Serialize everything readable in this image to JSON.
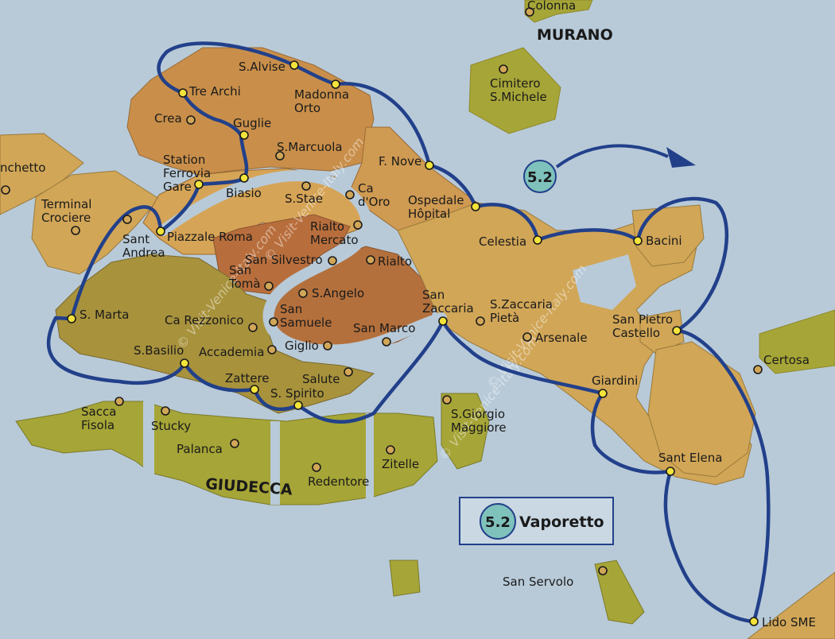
{
  "colors": {
    "water": "#b8cad8",
    "district_light": "#cf9a52",
    "district_mid": "#c08545",
    "district_dark": "#b06c3a",
    "district_east": "#d1a657",
    "district_olive": "#a8923c",
    "island_olive": "#a6a537",
    "route": "#22408a",
    "stop_ferry": "#f3e33a",
    "stop_place": "#d1a657",
    "legend_badge": "#7fc2bc"
  },
  "islands": {
    "murano": "MURANO",
    "giudecca": "GIUDECCA"
  },
  "ferry_stops": [
    "S.Alvise",
    "Madonna Orto",
    "Tre Archi",
    "Guglie",
    "F. Nove",
    "Ospedale Hôpital",
    "Station Ferrovia Gare",
    "Biasio",
    "Piazzale Roma",
    "S. Marta",
    "S.Basilio",
    "Zattere",
    "S. Spirito",
    "San Zaccaria",
    "Celestia",
    "Bacini",
    "San Pietro Castello",
    "Giardini",
    "Sant Elena",
    "Lido SME"
  ],
  "place_labels": [
    "Colonna",
    "Cimitero S.Michele",
    "Crea",
    "S.Marcuola",
    "S.Stae",
    "Ca d'Oro",
    "Rialto Mercato",
    "Rialto",
    "San Silvestro",
    "San Tomà",
    "S.Angelo",
    "San Samuele",
    "Sant Andrea",
    "Terminal Crociere",
    "nchetto",
    "Ca Rezzonico",
    "Accademia",
    "Giglio",
    "San Marco",
    "Salute",
    "S.Zaccaria Pietà",
    "Arsenale",
    "Certosa",
    "Sacca Fisola",
    "Stucky",
    "Palanca",
    "Redentore",
    "Zitelle",
    "S.Giorgio Maggiore",
    "San Servolo"
  ],
  "route": {
    "line": "5.2",
    "direction_arrow": "east"
  },
  "legend": {
    "badge": "5.2",
    "label": "Vaporetto"
  },
  "watermark": "© Visit-Venice-Italy.com"
}
